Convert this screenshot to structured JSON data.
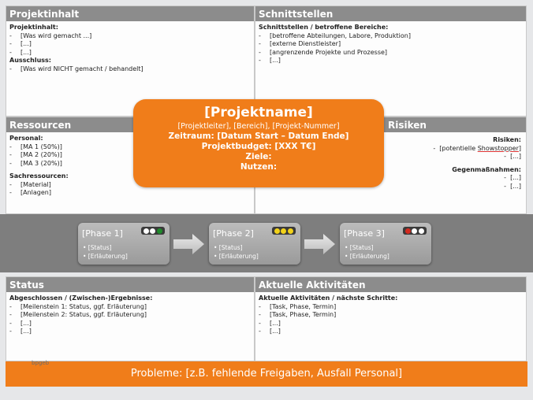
{
  "projektinhalt": {
    "header": "Projektinhalt",
    "sub1": "Projektinhalt:",
    "items": [
      "[Was wird gemacht ...]",
      "[...]",
      "[...]"
    ],
    "sub2": "Ausschluss:",
    "excl": [
      "[Was wird NICHT gemacht / behandelt]"
    ]
  },
  "schnittstellen": {
    "header": "Schnittstellen",
    "sub1": "Schnittstellen / betroffene Bereiche:",
    "items": [
      "[betroffene Abteilungen, Labore, Produktion]",
      "[externe Dienstleister]",
      "[angrenzende Projekte und Prozesse]",
      "[...]"
    ]
  },
  "ressourcen": {
    "header": "Ressourcen",
    "sub1": "Personal:",
    "personal": [
      "[MA 1 (50%)]",
      "[MA 2 (20%)]",
      "[MA 3 (20%)]"
    ],
    "sub2": "Sachressourcen:",
    "sach": [
      "[Material]",
      "[Anlagen]"
    ]
  },
  "risiken": {
    "header": "Risiken",
    "sub1": "Risiken:",
    "risk_item_prefix": "[potentielle ",
    "risk_item_word": "Showstopper",
    "risk_item_suffix": "]",
    "risk_item2": "[...]",
    "sub2": "Gegenmaßnahmen:",
    "measures": [
      "[...]",
      "[...]"
    ]
  },
  "center": {
    "project_name": "[Projektname]",
    "line1": "[Projektleiter], [Bereich], [Projekt-Nummer]",
    "line2": "Zeitraum: [Datum Start – Datum Ende]",
    "line3": "Projektbudget: [XXX T€]",
    "line4": "Ziele:",
    "line5": "Nutzen:"
  },
  "phases": [
    {
      "title": "[Phase 1]",
      "status": "• [Status]",
      "explanation": "• [Erläuterung]",
      "lights": [
        "#ffffff",
        "#ffffff",
        "#1f8b2b"
      ]
    },
    {
      "title": "[Phase 2]",
      "status": "• [Status]",
      "explanation": "• [Erläuterung]",
      "lights": [
        "#f2d21a",
        "#f2d21a",
        "#f2d21a"
      ]
    },
    {
      "title": "[Phase 3]",
      "status": "• [Status]",
      "explanation": "• [Erläuterung]",
      "lights": [
        "#d42a1f",
        "#ffffff",
        "#ffffff"
      ]
    }
  ],
  "status": {
    "header": "Status",
    "sub1": "Abgeschlossen / (Zwischen-)Ergebnisse:",
    "items": [
      "[Meilenstein 1: Status, ggf. Erläuterung]",
      "[Meilenstein 2: Status, ggf. Erläuterung]",
      "[...]",
      "[...]"
    ]
  },
  "aktivitaeten": {
    "header": "Aktuelle Aktivitäten",
    "sub1": "Aktuelle Aktivitäten / nächste Schritte:",
    "items": [
      "[Task, Phase, Termin]",
      "[Task, Phase, Termin]",
      "[...]",
      "[...]"
    ]
  },
  "problems": "Probleme: [z.B. fehlende Freigaben, Ausfall Personal]",
  "footer_text": "bpgeb",
  "dash": "-"
}
